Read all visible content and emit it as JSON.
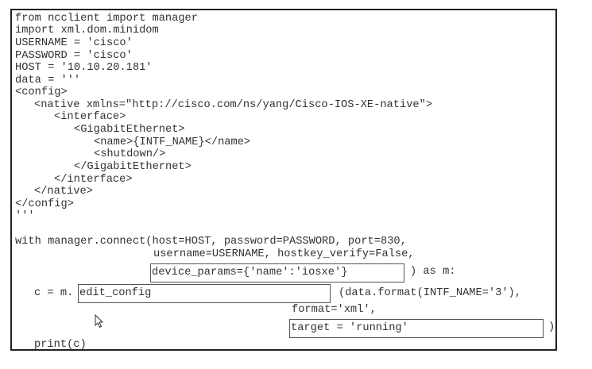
{
  "code_lines": [
    "from ncclient import manager",
    "import xml.dom.minidom",
    "USERNAME = 'cisco'",
    "PASSWORD = 'cisco'",
    "HOST = '10.10.20.181'",
    "data = '''",
    "<config>",
    "<native xmlns=\"http://cisco.com/ns/yang/Cisco-IOS-XE-native\">",
    "<interface>",
    "<GigabitEthernet>",
    "<name>{INTF_NAME}</name>",
    "<shutdown/>",
    "</GigabitEthernet>",
    "</interface>",
    "</native>",
    "</config>",
    "'''",
    "with manager.connect(host=HOST, password=PASSWORD, port=830,",
    "username=USERNAME, hostkey_verify=False,",
    ") as m:",
    "c = m.",
    "(data.format(INTF_NAME='3'),",
    "format='xml',",
    ")",
    "print(c)"
  ],
  "answer_boxes": {
    "device_params": "device_params={'name':'iosxe'}",
    "method": "edit_config",
    "target": "target = 'running'"
  },
  "icons": {
    "cursor": "mouse-pointer-icon"
  }
}
